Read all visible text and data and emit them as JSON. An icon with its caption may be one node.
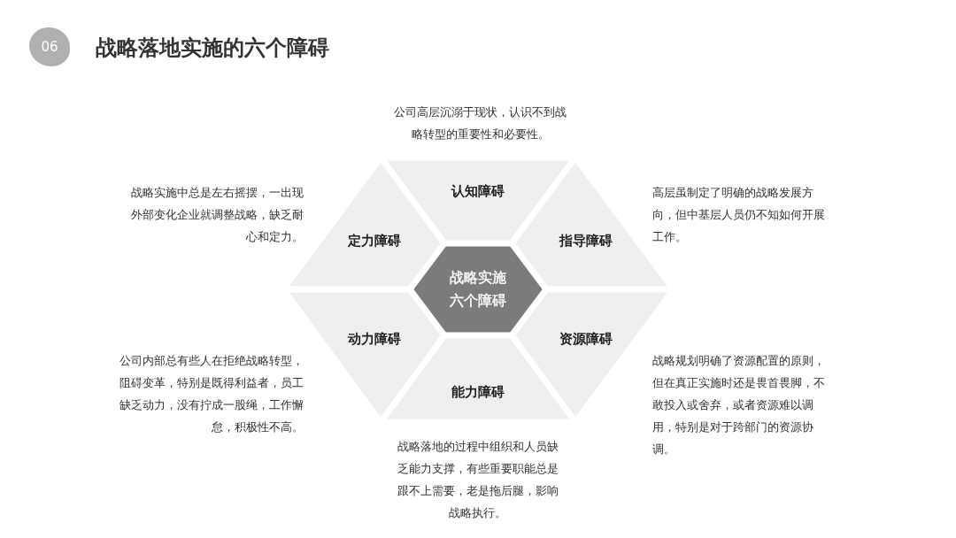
{
  "diagram": {
    "title": "战略落地实施的六个障碍",
    "nodes": [
      {
        "text": [
          "战略实施六个障碍"
        ]
      },
      {
        "text": [
          "认知障碍"
        ],
        "beside": [
          "公司高层沉溺于现状，认识不到战略转型的重要性和必要性。"
        ]
      },
      {
        "text": [
          "指导障碍"
        ],
        "beside": [
          "高层虽制定了明确的战略发展方向，但中基层人员仍不知如何开展工作。"
        ]
      },
      {
        "text": [
          "资源障碍"
        ],
        "beside": [
          "战略规划明确了资源配置的原则，但在真正实施时还是畏首畏脚，不敢投入或舍弃，或者资源难以调用，特别是对于跨部门的资源协调。"
        ]
      },
      {
        "text": [
          "能力障碍"
        ],
        "beside": [
          "战略落地的过程中组织和人员缺乏能力支撑，有些重要职能总是跟不上需要，老是拖后腿，影响战略执行。"
        ]
      },
      {
        "text": [
          "动力障碍"
        ],
        "beside": [
          "公司内部总有些人在拒绝战略转型，阻碍变革，特别是既得利益者，员工缺乏动力，没有拧成一股绳，工作懈怠，积极性不高。"
        ]
      },
      {
        "text": [
          "定力障碍"
        ],
        "beside": [
          "战略实施中总是左右摇摆，一出现外部变化企业就调整战略，缺乏耐心和定力。"
        ]
      }
    ],
    "labels": [
      "06"
    ]
  }
}
